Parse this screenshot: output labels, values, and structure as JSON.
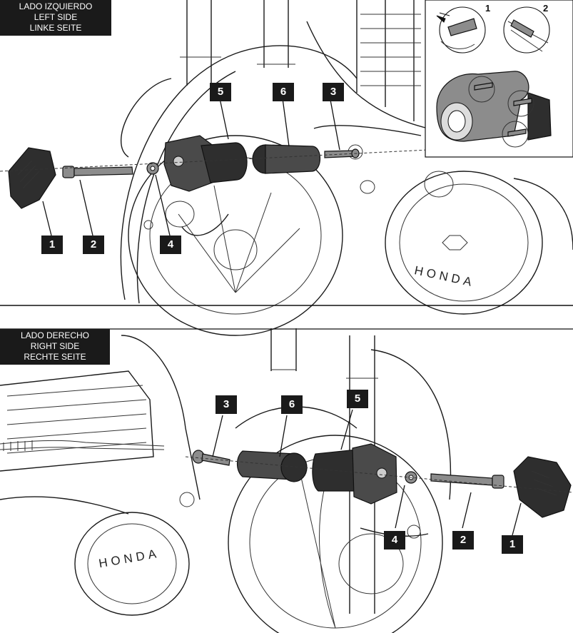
{
  "top_panel": {
    "label_lines": [
      "LADO IZQUIERDO",
      "LEFT SIDE",
      "LINKE SEITE"
    ],
    "callouts": [
      "1",
      "2",
      "3",
      "4",
      "5",
      "6"
    ],
    "brand_text": "HONDA",
    "inset": {
      "step_labels": [
        "1",
        "2"
      ]
    }
  },
  "bottom_panel": {
    "label_lines": [
      "LADO DERECHO",
      "RIGHT SIDE",
      "RECHTE SEITE"
    ],
    "callouts": [
      "1",
      "2",
      "3",
      "4",
      "5",
      "6"
    ],
    "brand_text": "HONDA"
  }
}
